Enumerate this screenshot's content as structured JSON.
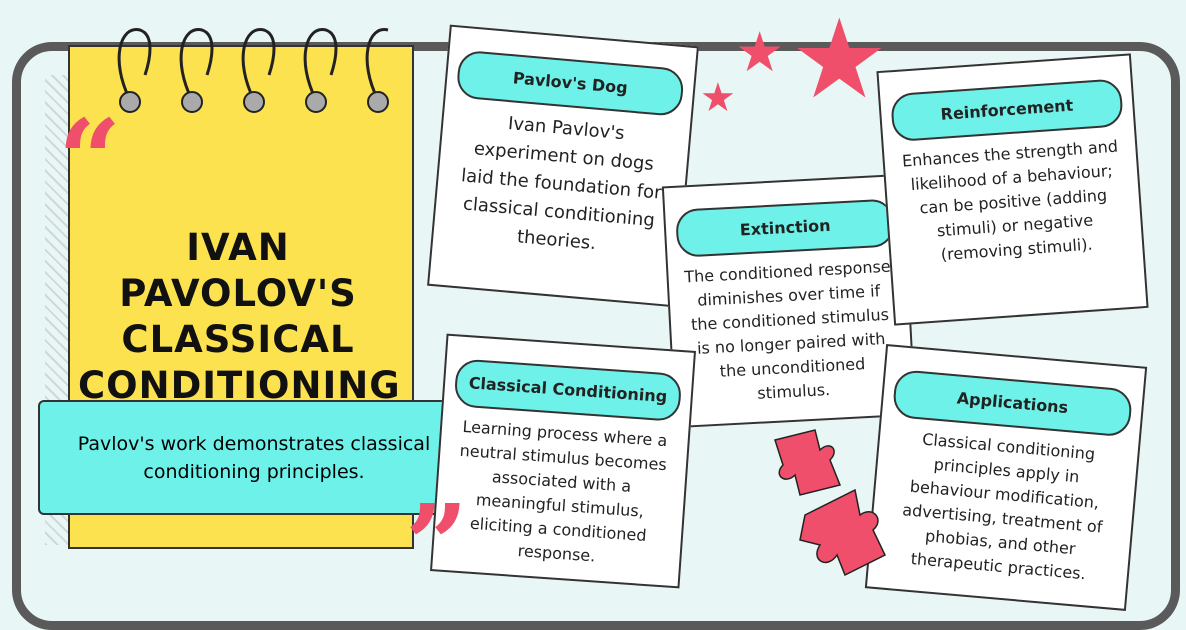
{
  "title": "IVAN PAVOLOV'S CLASSICAL CONDITIONING",
  "banner": "Pavlov's work demonstrates classical conditioning principles.",
  "cards": [
    {
      "heading": "Pavlov's Dog",
      "text": "Ivan Pavlov's experiment on dogs laid the foundation for classical conditioning theories."
    },
    {
      "heading": "Extinction",
      "text": "The conditioned response diminishes over time if the conditioned stimulus is no longer paired with the unconditioned stimulus."
    },
    {
      "heading": "Reinforcement",
      "text": "Enhances the strength and likelihood of a behaviour; can be positive (adding stimuli) or negative (removing stimuli)."
    },
    {
      "heading": "Classical Conditioning",
      "text": "Learning process where a neutral stimulus becomes associated with a meaningful stimulus, eliciting a conditioned response."
    },
    {
      "heading": "Applications",
      "text": "Classical conditioning principles apply in behaviour modification, advertising, treatment of phobias, and other therapeutic practices."
    }
  ],
  "colors": {
    "accent": "#6ef1e8",
    "red": "#ef4f6a",
    "pad": "#fde24f"
  }
}
